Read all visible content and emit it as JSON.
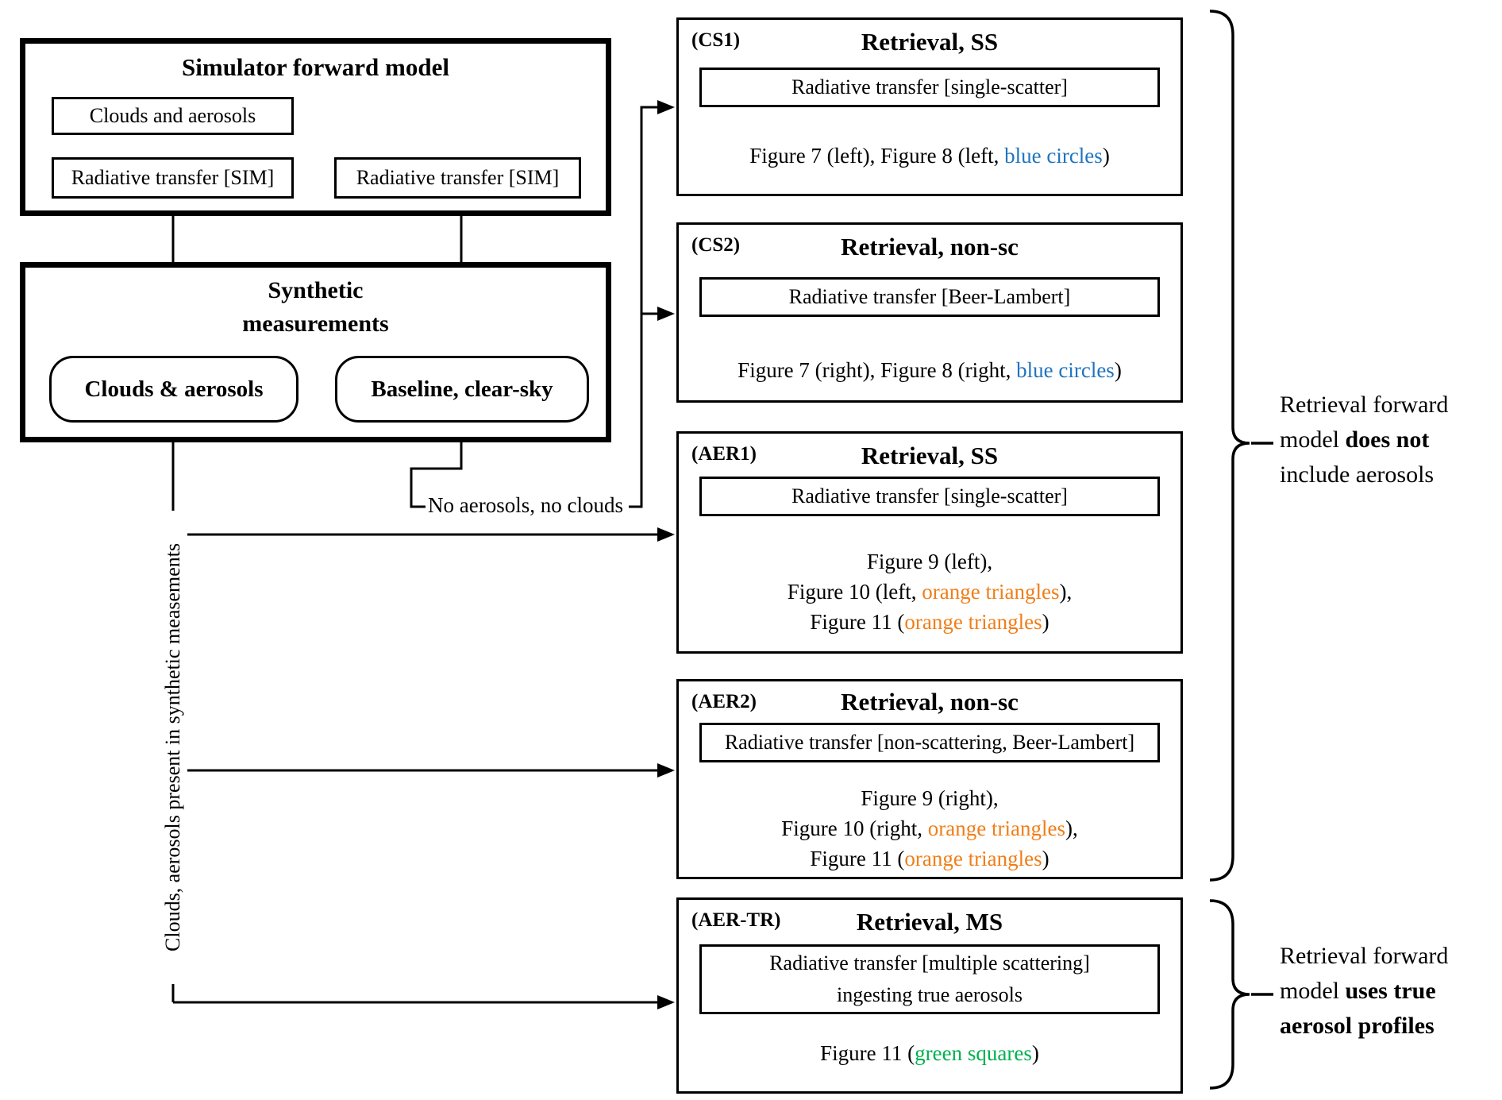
{
  "colors": {
    "blue_accent": "#1F74BF",
    "orange_accent": "#F07E18",
    "green_accent": "#00B050",
    "line_color": "#000000"
  },
  "simulator": {
    "title": "Simulator forward model",
    "clouds_aerosols": "Clouds and aerosols",
    "rt_sim_left": "Radiative transfer [SIM]",
    "rt_sim_right": "Radiative transfer [SIM]"
  },
  "synthetic": {
    "title_line1": "Synthetic",
    "title_line2": "measurements",
    "clouds_aerosols": "Clouds & aerosols",
    "baseline": "Baseline, clear-sky"
  },
  "annotations": {
    "no_aerosols_label": "No aerosols, no clouds",
    "vertical_label": "Clouds, aerosols present in synthetic measements"
  },
  "cs1": {
    "tag": "(CS1)",
    "title": "Retrieval, SS",
    "rt": "Radiative transfer [single-scatter]",
    "cap_pre": "Figure 7 (left), Figure 8 (left, ",
    "cap_colored": "blue circles",
    "cap_post": ")"
  },
  "cs2": {
    "tag": "(CS2)",
    "title": "Retrieval, non-sc",
    "rt": "Radiative transfer [Beer-Lambert]",
    "cap_pre": "Figure 7 (right), Figure 8 (right, ",
    "cap_colored": "blue circles",
    "cap_post": ")"
  },
  "aer1": {
    "tag": "(AER1)",
    "title": "Retrieval, SS",
    "rt": "Radiative transfer [single-scatter]",
    "cap_line1": "Figure 9 (left),",
    "cap_line2_pre": "Figure 10 (left, ",
    "cap_line2_colored": "orange triangles",
    "cap_line2_post": "),",
    "cap_line3_pre": "Figure 11 (",
    "cap_line3_colored": "orange triangles",
    "cap_line3_post": ")"
  },
  "aer2": {
    "tag": "(AER2)",
    "title": "Retrieval, non-sc",
    "rt": "Radiative transfer [non-scattering, Beer-Lambert]",
    "cap_line1": "Figure 9 (right),",
    "cap_line2_pre": "Figure 10 (right, ",
    "cap_line2_colored": "orange triangles",
    "cap_line2_post": "),",
    "cap_line3_pre": "Figure 11 (",
    "cap_line3_colored": "orange triangles",
    "cap_line3_post": ")"
  },
  "aertr": {
    "tag": "(AER-TR)",
    "title": "Retrieval, MS",
    "rt_line1": "Radiative transfer [multiple scattering]",
    "rt_line2": "ingesting true aerosols",
    "cap_pre": "Figure 11 (",
    "cap_colored": "green squares",
    "cap_post": ")"
  },
  "brace_top": {
    "line1": "Retrieval forward",
    "line2_plain": "model ",
    "line2_bold": "does not",
    "line3": "include aerosols"
  },
  "brace_bottom": {
    "line1": "Retrieval forward",
    "line2_plain": "model ",
    "line2_bold": "uses true",
    "line3_bold": "aerosol profiles"
  }
}
